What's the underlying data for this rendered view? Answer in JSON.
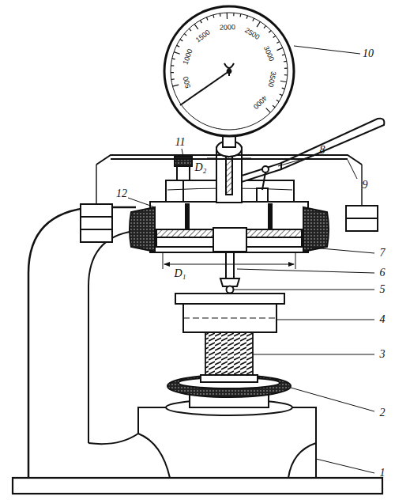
{
  "diagram": {
    "labels": [
      "500",
      "1000",
      "1500",
      "2000",
      "2500",
      "3000",
      "3500",
      "4000",
      "10",
      "9",
      "D₂",
      "11",
      "8",
      "12",
      "7",
      "D₁",
      "6",
      "5",
      "4",
      "3",
      "2",
      "1"
    ]
  }
}
